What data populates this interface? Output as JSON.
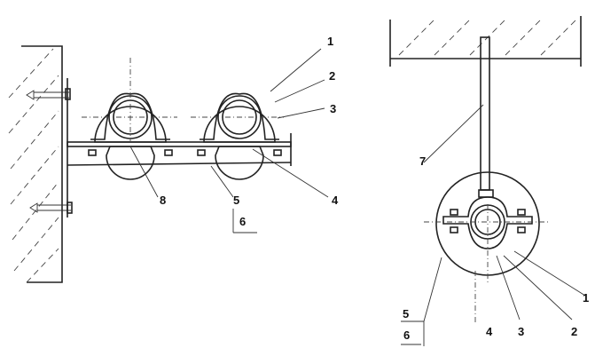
{
  "left_figure": {
    "labels": {
      "l1": "1",
      "l2": "2",
      "l3": "3",
      "l4": "4",
      "l5": "5",
      "l6": "6",
      "l8": "8"
    }
  },
  "right_figure": {
    "labels": {
      "r1": "1",
      "r2": "2",
      "r3": "3",
      "r4": "4",
      "r5": "5",
      "r6": "6",
      "r7": "7"
    }
  }
}
